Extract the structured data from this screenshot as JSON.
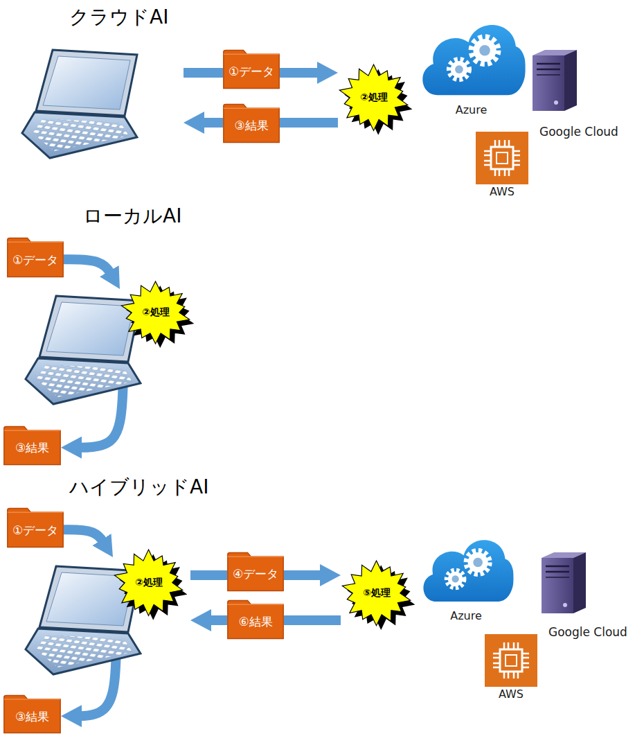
{
  "diagram": {
    "nodes": [
      {
        "text": [
          "①データ"
        ]
      },
      {
        "text": [
          "②処理"
        ]
      },
      {
        "text": [
          "③結果"
        ]
      },
      {
        "text": [
          "Azure"
        ]
      },
      {
        "text": [
          "Google Cloud"
        ]
      },
      {
        "text": [
          "AWS"
        ]
      },
      {
        "text": [
          "①データ"
        ]
      },
      {
        "text": [
          "②処理"
        ]
      },
      {
        "text": [
          "③結果"
        ]
      },
      {
        "text": [
          "①データ"
        ]
      },
      {
        "text": [
          "②処理"
        ]
      },
      {
        "text": [
          "④データ"
        ]
      },
      {
        "text": [
          "⑤処理"
        ]
      },
      {
        "text": [
          "⑥結果"
        ]
      },
      {
        "text": [
          "③結果"
        ]
      },
      {
        "text": [
          "Azure"
        ]
      },
      {
        "text": [
          "Google Cloud"
        ]
      },
      {
        "text": [
          "AWS"
        ]
      }
    ],
    "edges": [
      {
        "from": 0,
        "to": 1,
        "arrow": "to"
      },
      {
        "from": 1,
        "to": 2,
        "arrow": "none"
      },
      {
        "from": 6,
        "to": 7,
        "arrow": "to"
      },
      {
        "from": 7,
        "to": 8,
        "arrow": "to"
      },
      {
        "from": 9,
        "to": 10,
        "arrow": "to"
      },
      {
        "from": 10,
        "to": 11,
        "arrow": "none"
      },
      {
        "from": 11,
        "to": 12,
        "arrow": "to"
      },
      {
        "from": 12,
        "to": 13,
        "arrow": "none"
      },
      {
        "from": 13,
        "to": 10,
        "arrow": "to"
      },
      {
        "from": 10,
        "to": 14,
        "arrow": "to"
      }
    ],
    "labels": [
      "クラウドAI",
      "ローカルAI",
      "ハイブリッドAI"
    ]
  }
}
